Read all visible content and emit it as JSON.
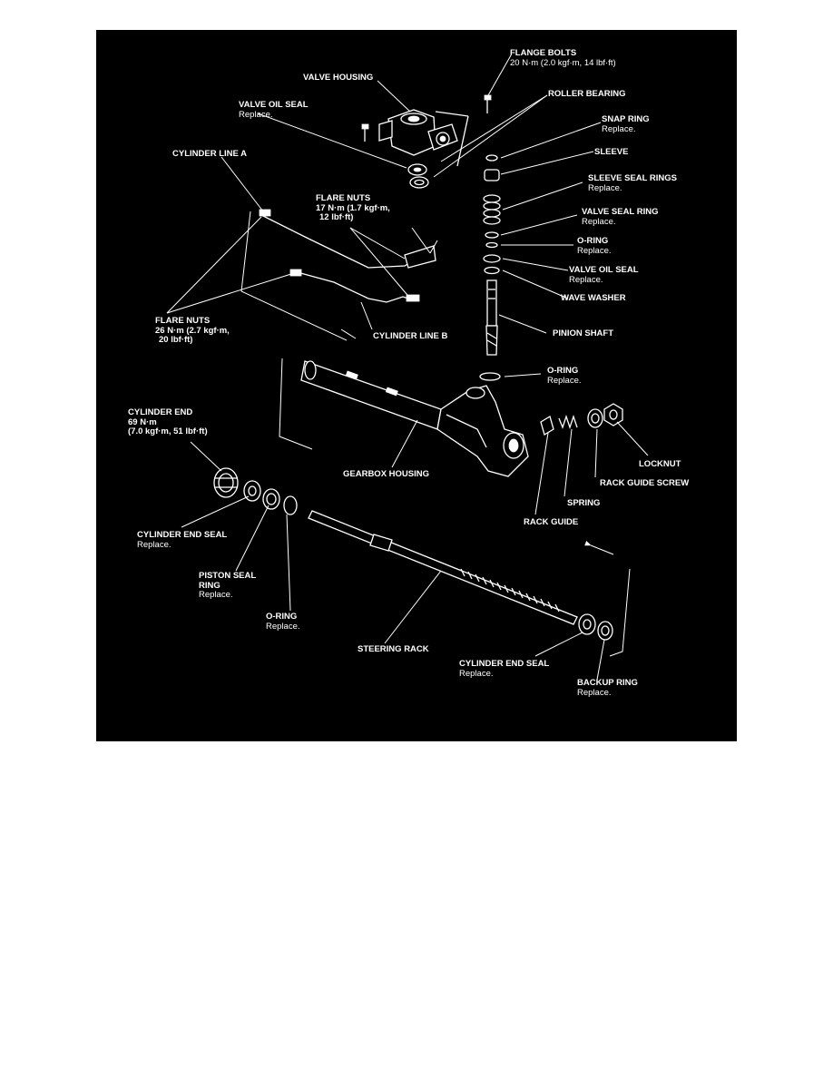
{
  "diagram": {
    "labels": {
      "flange_bolts": {
        "title": "FLANGE BOLTS",
        "sub": "20 N·m (2.0 kgf·m, 14 lbf·ft)"
      },
      "valve_housing": {
        "title": "VALVE HOUSING"
      },
      "roller_bearing": {
        "title": "ROLLER BEARING"
      },
      "valve_oil_seal_top": {
        "title": "VALVE OIL SEAL",
        "sub": "Replace."
      },
      "snap_ring": {
        "title": "SNAP RING",
        "sub": "Replace."
      },
      "sleeve": {
        "title": "SLEEVE"
      },
      "cylinder_line_a": {
        "title": "CYLINDER LINE A"
      },
      "sleeve_seal_rings": {
        "title": "SLEEVE SEAL RINGS",
        "sub": "Replace."
      },
      "flare_nuts_17": {
        "title": "FLARE NUTS",
        "line2": "17 N·m (1.7 kgf·m,",
        "line3": "12 lbf·ft)"
      },
      "valve_seal_ring": {
        "title": "VALVE SEAL RING",
        "sub": "Replace."
      },
      "o_ring_upper": {
        "title": "O-RING",
        "sub": "Replace."
      },
      "valve_oil_seal_mid": {
        "title": "VALVE OIL SEAL",
        "sub": "Replace."
      },
      "wave_washer": {
        "title": "WAVE WASHER"
      },
      "flare_nuts_26": {
        "title": "FLARE NUTS",
        "line2": "26 N·m (2.7 kgf·m,",
        "line3": "20 lbf·ft)"
      },
      "cylinder_line_b": {
        "title": "CYLINDER LINE B"
      },
      "pinion_shaft": {
        "title": "PINION SHAFT"
      },
      "o_ring_pinion": {
        "title": "O-RING",
        "sub": "Replace."
      },
      "cylinder_end": {
        "title": "CYLINDER END",
        "line2": "69 N·m",
        "line3": "(7.0 kgf·m, 51 lbf·ft)"
      },
      "locknut": {
        "title": "LOCKNUT"
      },
      "gearbox_housing": {
        "title": "GEARBOX HOUSING"
      },
      "rack_guide_screw": {
        "title": "RACK GUIDE SCREW"
      },
      "spring": {
        "title": "SPRING"
      },
      "rack_guide": {
        "title": "RACK GUIDE"
      },
      "cylinder_end_seal_left": {
        "title": "CYLINDER END SEAL",
        "sub": "Replace."
      },
      "piston_seal_ring": {
        "title": "PISTON SEAL",
        "line2": "RING",
        "sub": "Replace."
      },
      "o_ring_rack": {
        "title": "O-RING",
        "sub": "Replace."
      },
      "steering_rack": {
        "title": "STEERING RACK"
      },
      "cylinder_end_seal_right": {
        "title": "CYLINDER END SEAL",
        "sub": "Replace."
      },
      "backup_ring": {
        "title": "BACKUP RING",
        "sub": "Replace."
      }
    }
  }
}
